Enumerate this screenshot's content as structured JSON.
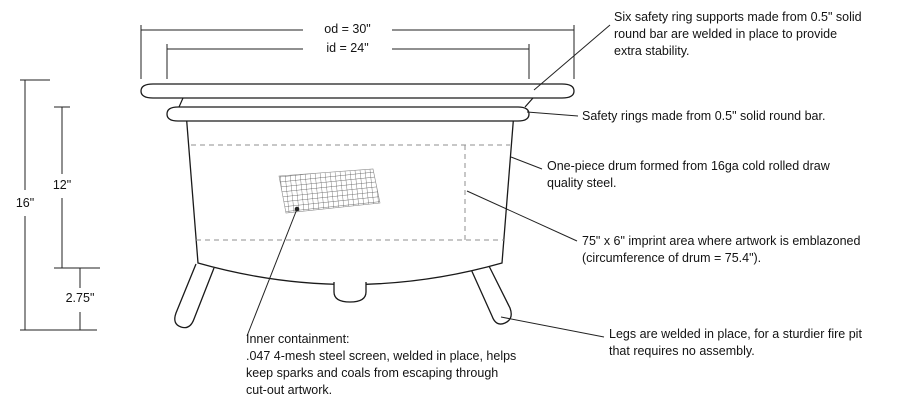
{
  "dimensions": {
    "outer_diameter": "od = 30\"",
    "inner_diameter": "id = 24\"",
    "total_height": "16\"",
    "drum_height": "12\"",
    "leg_height": "2.75\""
  },
  "annotations": {
    "ring_supports": "Six safety ring supports made from 0.5\" solid\nround bar are welded in place to provide\nextra stability.",
    "safety_rings": "Safety rings made from 0.5\" solid round bar.",
    "drum": "One-piece drum formed from 16ga cold rolled draw\nquality steel.",
    "imprint": "75\" x 6\" imprint area where artwork is emblazoned\n(circumference of drum = 75.4\").",
    "legs": "Legs are welded in place, for a sturdier fire pit\nthat requires no assembly.",
    "inner_containment": "Inner containment:\n.047 4-mesh steel screen, welded in place, helps\nkeep sparks and coals from escaping through\ncut-out artwork."
  },
  "colors": {
    "line": "#1a1a1a",
    "dimension_line": "#222222",
    "dashed_line": "#8f8f8f",
    "background": "#ffffff"
  }
}
